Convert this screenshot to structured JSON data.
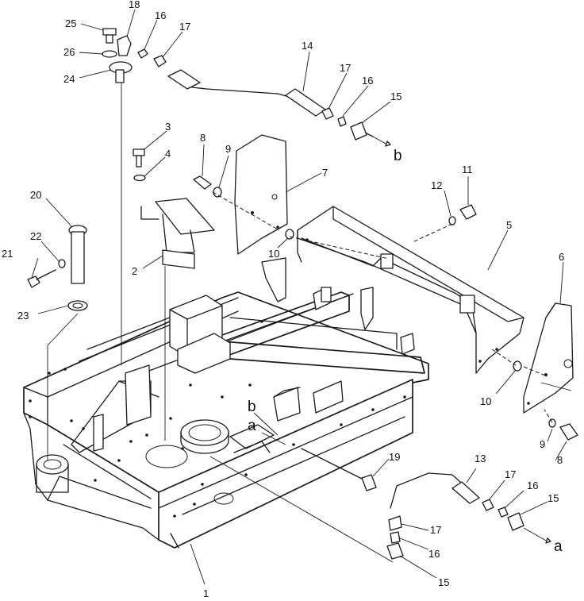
{
  "callouts": [
    {
      "id": "c1",
      "text": "1"
    },
    {
      "id": "c2",
      "text": "2"
    },
    {
      "id": "c3",
      "text": "3"
    },
    {
      "id": "c4",
      "text": "4"
    },
    {
      "id": "c5",
      "text": "5"
    },
    {
      "id": "c6",
      "text": "6"
    },
    {
      "id": "c7",
      "text": "7"
    },
    {
      "id": "c8a",
      "text": "8"
    },
    {
      "id": "c8b",
      "text": "8"
    },
    {
      "id": "c9a",
      "text": "9"
    },
    {
      "id": "c9b",
      "text": "9"
    },
    {
      "id": "c10a",
      "text": "10"
    },
    {
      "id": "c10b",
      "text": "10"
    },
    {
      "id": "c11",
      "text": "11"
    },
    {
      "id": "c12",
      "text": "12"
    },
    {
      "id": "c13",
      "text": "13"
    },
    {
      "id": "c14",
      "text": "14"
    },
    {
      "id": "c15a",
      "text": "15"
    },
    {
      "id": "c15b",
      "text": "15"
    },
    {
      "id": "c15c",
      "text": "15"
    },
    {
      "id": "c16a",
      "text": "16"
    },
    {
      "id": "c16b",
      "text": "16"
    },
    {
      "id": "c16c",
      "text": "16"
    },
    {
      "id": "c16d",
      "text": "16"
    },
    {
      "id": "c17a",
      "text": "17"
    },
    {
      "id": "c17b",
      "text": "17"
    },
    {
      "id": "c17c",
      "text": "17"
    },
    {
      "id": "c17d",
      "text": "17"
    },
    {
      "id": "c18",
      "text": "18"
    },
    {
      "id": "c19",
      "text": "19"
    },
    {
      "id": "c20",
      "text": "20"
    },
    {
      "id": "c21",
      "text": "21"
    },
    {
      "id": "c22",
      "text": "22"
    },
    {
      "id": "c23",
      "text": "23"
    },
    {
      "id": "c24",
      "text": "24"
    },
    {
      "id": "c25",
      "text": "25"
    },
    {
      "id": "c26",
      "text": "26"
    }
  ],
  "connectors": [
    {
      "id": "b_out",
      "text": "b"
    },
    {
      "id": "a_out",
      "text": "a"
    },
    {
      "id": "b_in",
      "text": "b"
    },
    {
      "id": "a_in",
      "text": "a"
    }
  ]
}
